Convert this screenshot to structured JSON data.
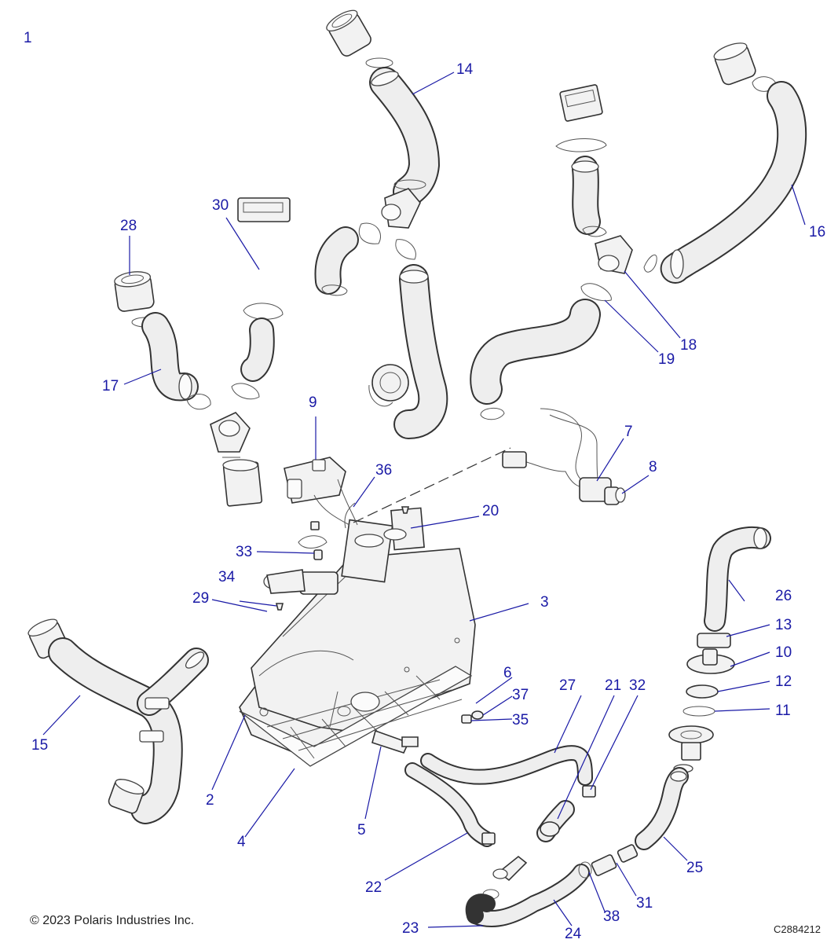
{
  "page_label": "1",
  "footer": {
    "copyright": "© 2023 Polaris Industries Inc.",
    "drawing_number": "C2884212"
  },
  "callouts": [
    {
      "id": "2",
      "label": "2"
    },
    {
      "id": "3",
      "label": "3"
    },
    {
      "id": "4",
      "label": "4"
    },
    {
      "id": "5",
      "label": "5"
    },
    {
      "id": "6",
      "label": "6"
    },
    {
      "id": "7",
      "label": "7"
    },
    {
      "id": "8",
      "label": "8"
    },
    {
      "id": "9",
      "label": "9"
    },
    {
      "id": "10",
      "label": "10"
    },
    {
      "id": "11",
      "label": "11"
    },
    {
      "id": "12",
      "label": "12"
    },
    {
      "id": "13",
      "label": "13"
    },
    {
      "id": "14",
      "label": "14"
    },
    {
      "id": "15",
      "label": "15"
    },
    {
      "id": "16",
      "label": "16"
    },
    {
      "id": "17",
      "label": "17"
    },
    {
      "id": "18",
      "label": "18"
    },
    {
      "id": "19",
      "label": "19"
    },
    {
      "id": "20",
      "label": "20"
    },
    {
      "id": "21",
      "label": "21"
    },
    {
      "id": "22",
      "label": "22"
    },
    {
      "id": "23",
      "label": "23"
    },
    {
      "id": "24",
      "label": "24"
    },
    {
      "id": "25",
      "label": "25"
    },
    {
      "id": "26",
      "label": "26"
    },
    {
      "id": "27",
      "label": "27"
    },
    {
      "id": "28",
      "label": "28"
    },
    {
      "id": "29",
      "label": "29"
    },
    {
      "id": "30",
      "label": "30"
    },
    {
      "id": "31",
      "label": "31"
    },
    {
      "id": "32",
      "label": "32"
    },
    {
      "id": "33",
      "label": "33"
    },
    {
      "id": "34",
      "label": "34"
    },
    {
      "id": "35",
      "label": "35"
    },
    {
      "id": "36",
      "label": "36"
    },
    {
      "id": "37",
      "label": "37"
    },
    {
      "id": "38",
      "label": "38"
    }
  ],
  "colors": {
    "callout": "#1a1aa6",
    "line": "#333333",
    "part_fill": "#f2f2f2"
  }
}
